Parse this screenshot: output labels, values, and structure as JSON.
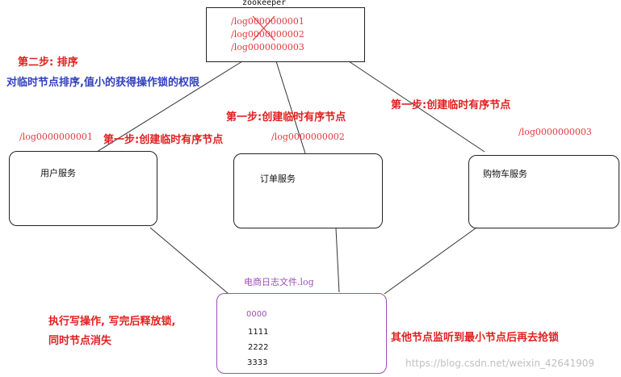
{
  "zookeeper": {
    "title": "zookeeper",
    "nodes": [
      "/log0000000001",
      "/log0000000002",
      "/log0000000003"
    ]
  },
  "notes": {
    "step2_title": "第二步: 排序",
    "step2_desc": "对临时节点排序,值小的获得操作锁的权限",
    "step1_left": "第一步:创建临时有序节点",
    "step1_mid": "第一步:创建临时有序节点",
    "step1_right": "第一步:创建临时有序节点",
    "write_op_line1": "执行写操作, 写完后释放锁,",
    "write_op_line2": "同时节点消失",
    "others_listen": "其他节点监听到最小节点后再去抢锁"
  },
  "services": {
    "user": {
      "label": "用户服务",
      "node": "/log0000000001"
    },
    "order": {
      "label": "订单服务",
      "node": "/log0000000002"
    },
    "cart": {
      "label": "购物车服务",
      "node": "/log0000000003"
    }
  },
  "file": {
    "title": "电商日志文件.log",
    "lines": [
      "0000",
      "1111",
      "2222",
      "3333"
    ]
  },
  "watermark": "https://blog.csdn.net/weixin_42641909",
  "colors": {
    "red": "#e02020",
    "blue": "#2f3fbf",
    "purple": "#9b4fb8"
  }
}
